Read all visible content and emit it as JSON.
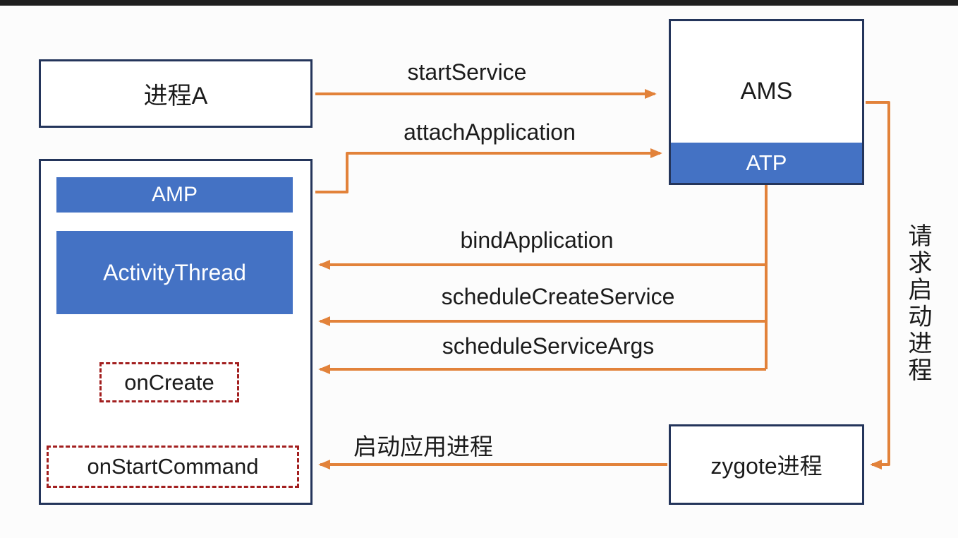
{
  "diagram": {
    "boxes": {
      "process_a": "进程A",
      "ams": "AMS",
      "atp": "ATP",
      "amp": "AMP",
      "activity_thread": "ActivityThread",
      "on_create": "onCreate",
      "on_start_command": "onStartCommand",
      "zygote": "zygote进程"
    },
    "labels": {
      "start_service": "startService",
      "attach_application": "attachApplication",
      "bind_application": "bindApplication",
      "schedule_create_service": "scheduleCreateService",
      "schedule_service_args": "scheduleServiceArgs",
      "start_app_process": "启动应用进程",
      "request_start_process": "请求启动进程"
    },
    "colors": {
      "arrow": "#E2823A",
      "box_border": "#24355B",
      "blue_fill": "#4472C4",
      "dashed_border": "#A21F1F",
      "text": "#1B1B1B",
      "top_bar": "#1F1F1F"
    }
  }
}
